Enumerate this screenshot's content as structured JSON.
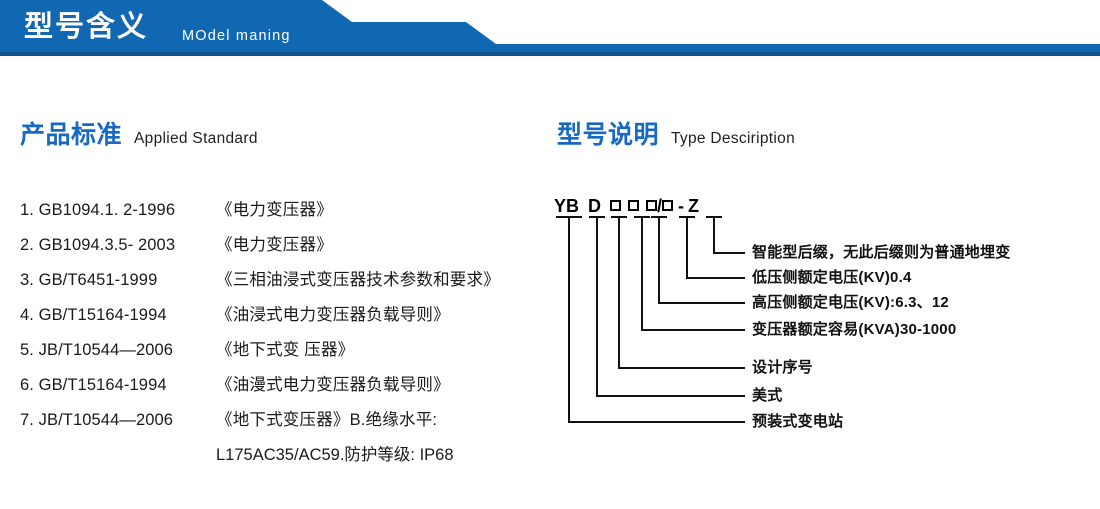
{
  "header": {
    "title_cn": "型号含义",
    "title_en": "MOdel maning",
    "banner_color": "#1068b3",
    "rule_color": "#13508f"
  },
  "sections": {
    "standards": {
      "heading_cn": "产品标准",
      "heading_en": "Applied Standard",
      "heading_color": "#1769c4",
      "items": [
        {
          "code": "1. GB1094.1. 2-1996",
          "name": "《电力变压器》"
        },
        {
          "code": "2. GB1094.3.5- 2003",
          "name": "《电力变压器》"
        },
        {
          "code": "3. GB/T6451-1999",
          "name": "《三相油浸式变压器技术参数和要求》"
        },
        {
          "code": "4. GB/T15164-1994",
          "name": "《油浸式电力变压器负载导则》"
        },
        {
          "code": "5. JB/T10544—2006",
          "name": "《地下式变 压器》"
        },
        {
          "code": "6. GB/T15164-1994",
          "name": "《油漫式电力变压器负载导则》"
        },
        {
          "code": "7. JB/T10544—2006",
          "name": "《地下式变压器》B.绝缘水平:"
        }
      ],
      "continuation": "L175AC35/AC59.防护等级: IP68"
    },
    "type_description": {
      "heading_cn": "型号说明",
      "heading_en": "Type Desciription",
      "heading_color": "#1769c4",
      "code_parts": [
        {
          "text": "YB",
          "kind": "text"
        },
        {
          "text": "D",
          "kind": "text"
        },
        {
          "text": "",
          "kind": "box"
        },
        {
          "text": "",
          "kind": "box"
        },
        {
          "text": "",
          "kind": "box"
        },
        {
          "text": "/",
          "kind": "sep"
        },
        {
          "text": "",
          "kind": "box"
        },
        {
          "text": "-",
          "kind": "sep"
        },
        {
          "text": "Z",
          "kind": "text"
        }
      ],
      "callouts": [
        "智能型后缀，无此后缀则为普通地埋变",
        "低压侧额定电压(KV)0.4",
        "高压侧额定电压(KV):6.3、12",
        "变压器额定容易(KVA)30-1000",
        "设计序号",
        "美式",
        "预装式变电站"
      ]
    }
  }
}
